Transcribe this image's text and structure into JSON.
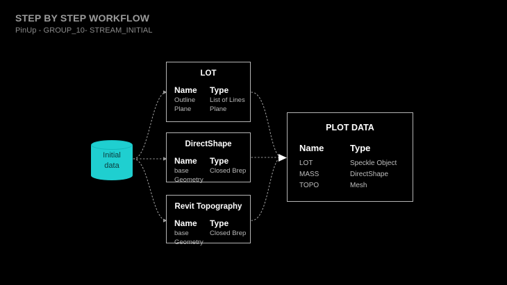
{
  "header": {
    "title": "STEP BY STEP WORKFLOW",
    "subtitle": "PinUp - GROUP_10- STREAM_INITIAL"
  },
  "colors": {
    "background": "#000000",
    "node_stroke": "#b5b5b5",
    "link": "#9a9a9a",
    "cylinder_fill": "#1fcfd0",
    "cylinder_text": "#0b3b3c",
    "title_text": "#9b9b9b",
    "heading_text": "#ffffff",
    "body_text": "#b9b9b9",
    "arrow_head": "#ffffff"
  },
  "source_node": {
    "name": "initial-data",
    "label_line1": "Initial",
    "label_line2": "data"
  },
  "nodes": [
    {
      "id": "lot",
      "title": "LOT",
      "columns": {
        "name": "Name",
        "type": "Type"
      },
      "rows": [
        {
          "name": "Outline",
          "type": "List of Lines"
        },
        {
          "name": "Plane",
          "type": "Plane"
        }
      ]
    },
    {
      "id": "directshape",
      "title": "DirectShape",
      "columns": {
        "name": "Name",
        "type": "Type"
      },
      "rows": [
        {
          "name": "base",
          "type": "Closed Brep"
        },
        {
          "name": "Geometry",
          "type": ""
        }
      ]
    },
    {
      "id": "revit-topography",
      "title": "Revit Topography",
      "columns": {
        "name": "Name",
        "type": "Type"
      },
      "rows": [
        {
          "name": "base",
          "type": "Closed Brep"
        },
        {
          "name": "Geometry",
          "type": ""
        }
      ]
    }
  ],
  "plot_data": {
    "id": "plot-data",
    "title": "PLOT DATA",
    "columns": {
      "name": "Name",
      "type": "Type"
    },
    "rows": [
      {
        "name": "LOT",
        "type": "Speckle Object"
      },
      {
        "name": "MASS",
        "type": "DirectShape"
      },
      {
        "name": "TOPO",
        "type": "Mesh"
      }
    ]
  }
}
